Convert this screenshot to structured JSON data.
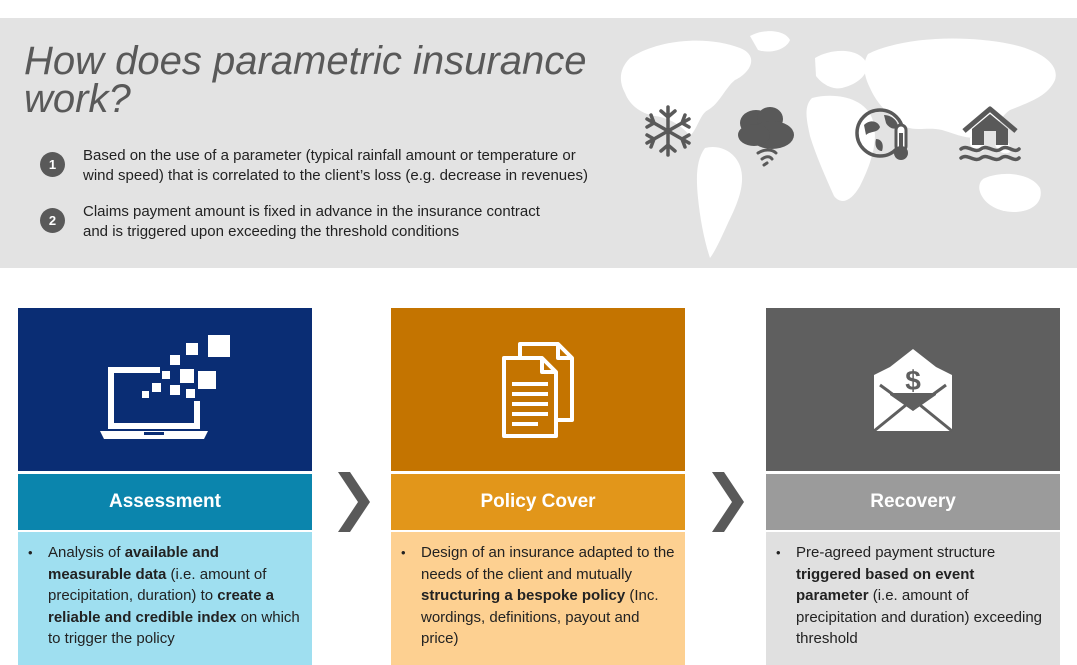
{
  "header": {
    "title": "How does parametric insurance work?",
    "points": [
      {
        "number": "1",
        "text": "Based on the use of a parameter (typical rainfall amount or temperature or\nwind speed) that is correlated to the client’s loss (e.g. decrease in revenues)"
      },
      {
        "number": "2",
        "text": "Claims payment amount is fixed in advance in the insurance contract\nand is triggered upon exceeding the threshold conditions"
      }
    ],
    "icons": [
      "snowflake-icon",
      "storm-cloud-icon",
      "globe-thermometer-icon",
      "flooded-house-icon"
    ]
  },
  "steps": [
    {
      "title": "Assessment",
      "icon": "laptop-data-icon",
      "segments": [
        {
          "text": "Analysis of ",
          "bold": false
        },
        {
          "text": "available and measurable data",
          "bold": true
        },
        {
          "text": " (i.e. amount of precipitation, duration) to ",
          "bold": false
        },
        {
          "text": "create a reliable and credible index",
          "bold": true
        },
        {
          "text": " on which to trigger the policy",
          "bold": false
        }
      ]
    },
    {
      "title": "Policy Cover",
      "icon": "documents-icon",
      "segments": [
        {
          "text": "Design of an insurance adapted to the needs of the client and mutually ",
          "bold": false
        },
        {
          "text": "structuring a bespoke policy",
          "bold": true
        },
        {
          "text": " (Inc. wordings, definitions, payout and price)",
          "bold": false
        }
      ]
    },
    {
      "title": "Recovery",
      "icon": "money-envelope-icon",
      "segments": [
        {
          "text": "Pre-agreed payment structure ",
          "bold": false
        },
        {
          "text": "triggered based on event parameter",
          "bold": true
        },
        {
          "text": " (i.e. amount of precipitation and duration) exceeding threshold",
          "bold": false
        }
      ]
    }
  ],
  "colors": {
    "banner": "#e3e3e3",
    "title": "#595959",
    "assessment": [
      "#0a2d74",
      "#0b85ad",
      "#9fdff0"
    ],
    "policy_cover": [
      "#c47400",
      "#e2961a",
      "#fdd091"
    ],
    "recovery": [
      "#5f5f5f",
      "#9b9b9b",
      "#e0e0e0"
    ],
    "chevron": "#595959"
  }
}
